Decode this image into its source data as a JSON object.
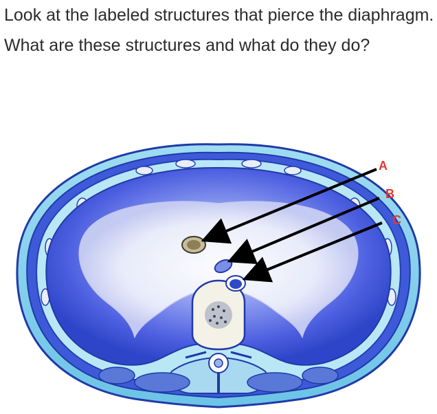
{
  "question": {
    "text": "Look at the labeled structures that pierce the diaphragm. What are these structures and what do they do?"
  },
  "figure": {
    "labels": {
      "a": "A",
      "b": "B",
      "c": "C"
    },
    "colors": {
      "label": "#e03a2f",
      "muscle": "#4a5fd6",
      "tendon": "#f3f4fb",
      "outline": "#1f3aa8",
      "arrow": "#000000"
    }
  }
}
